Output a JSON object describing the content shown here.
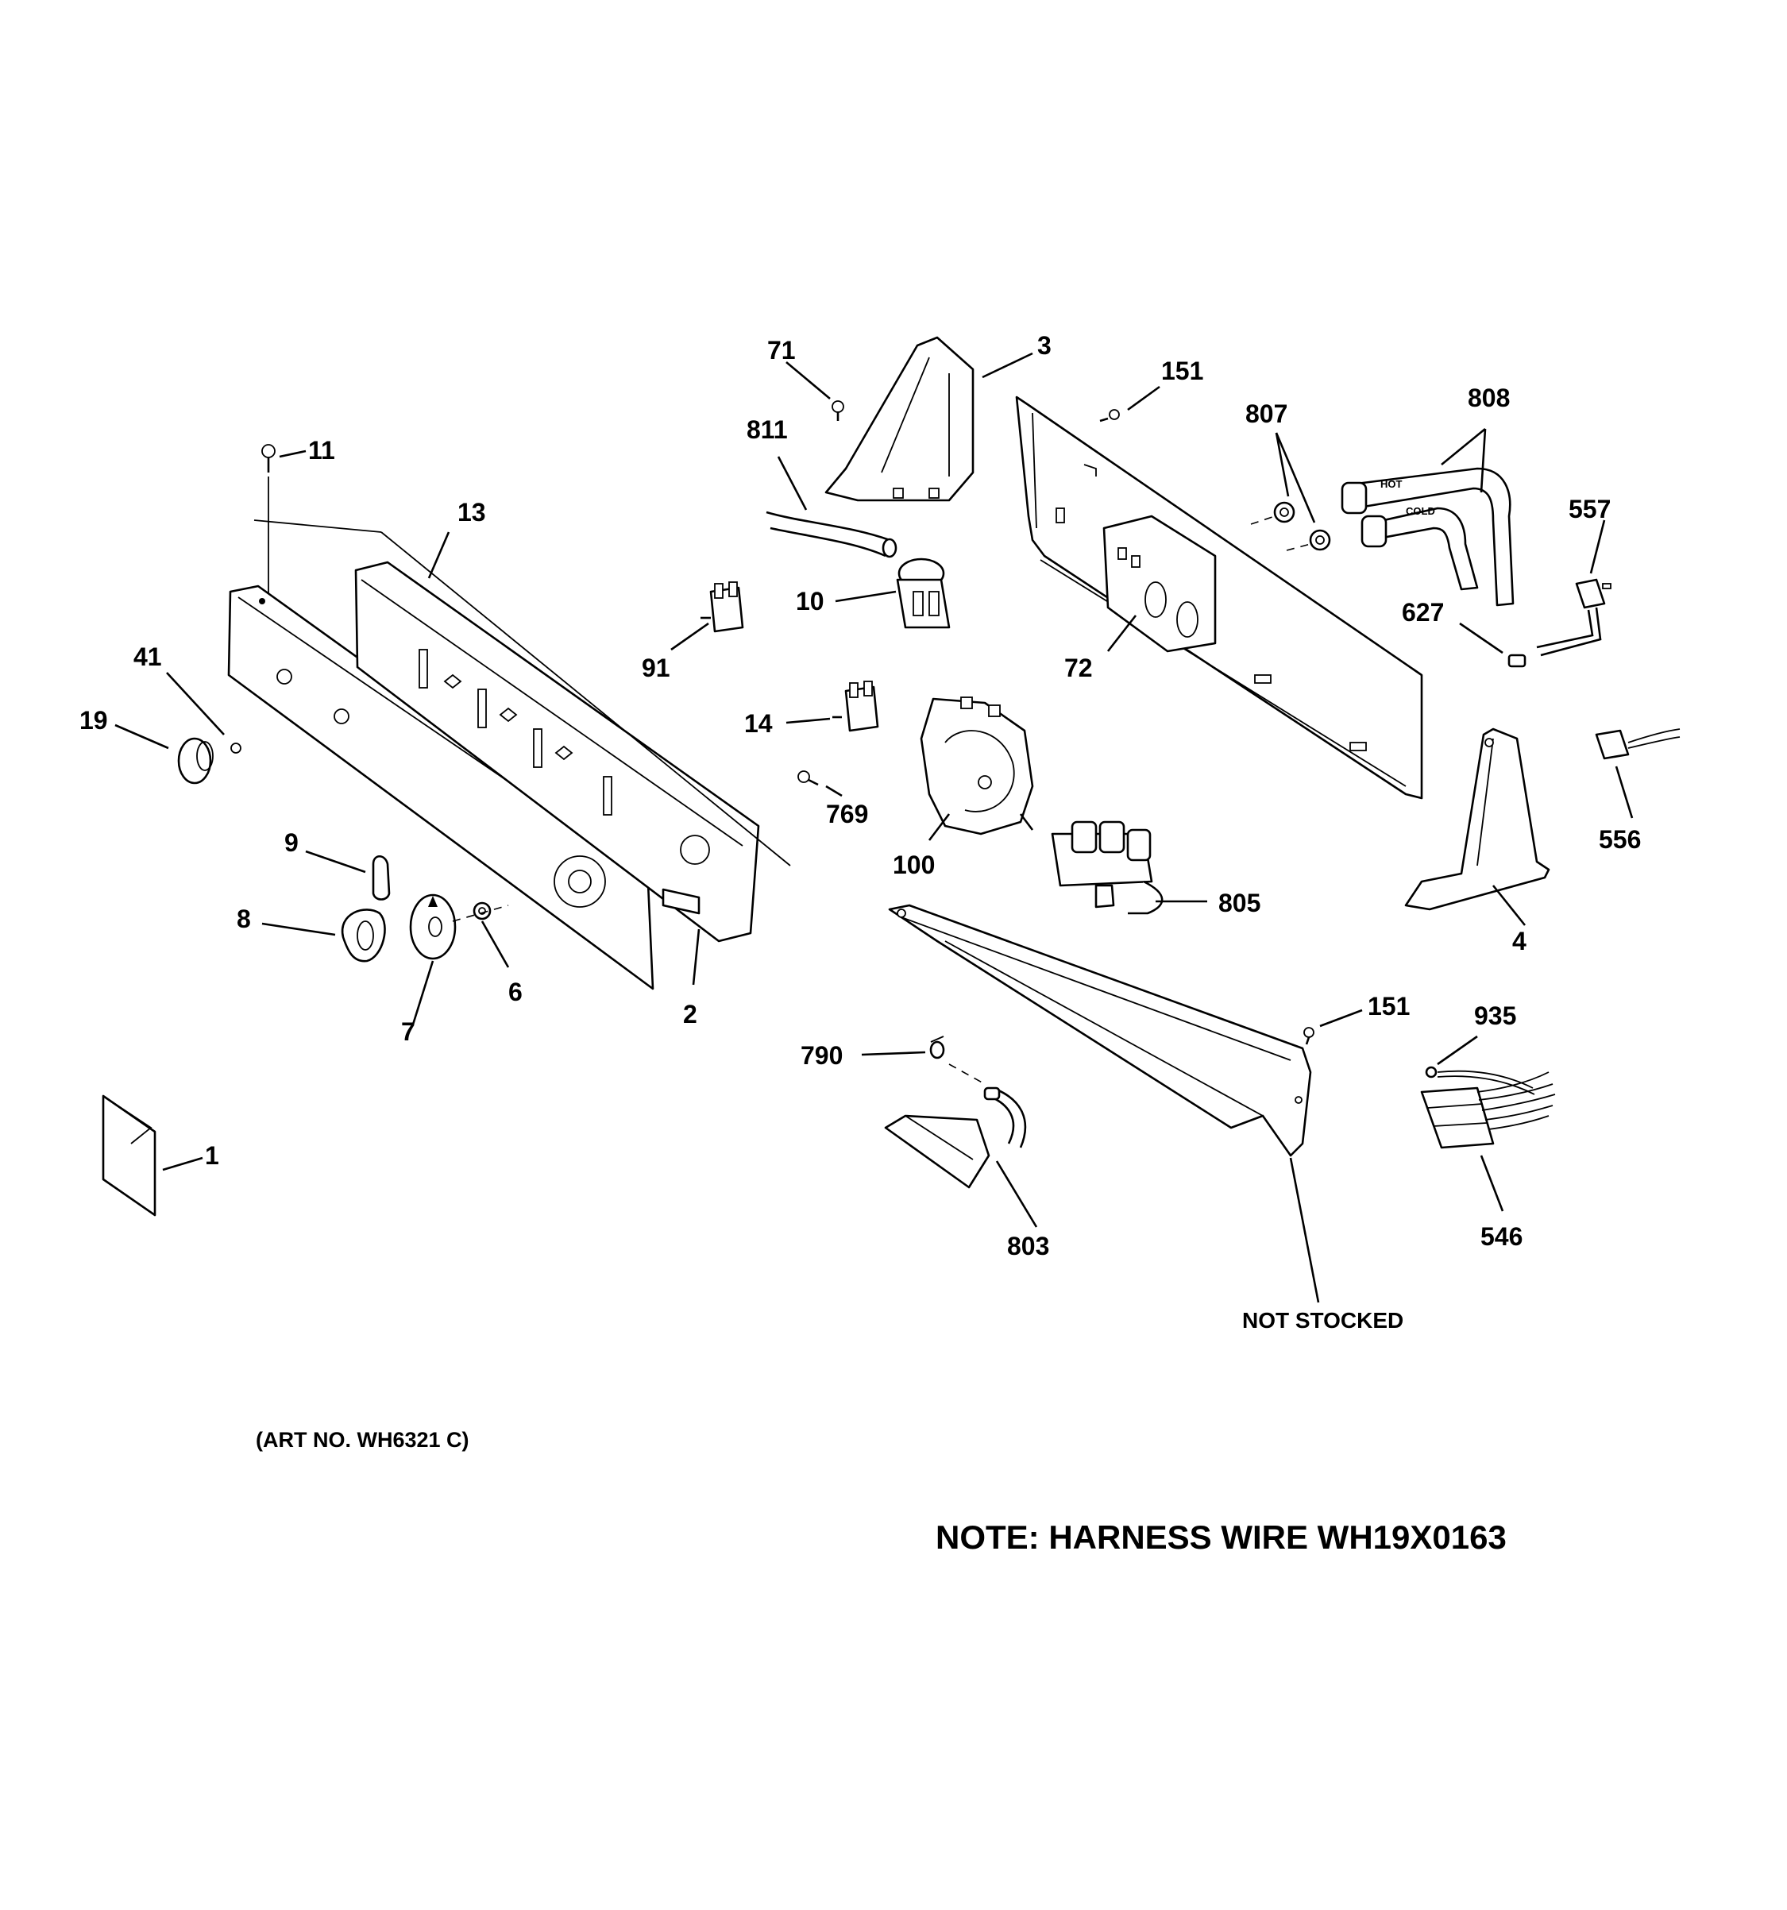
{
  "diagram": {
    "callouts": [
      "71",
      "3",
      "151",
      "807",
      "808",
      "811",
      "11",
      "13",
      "557",
      "10",
      "627",
      "91",
      "72",
      "41",
      "19",
      "14",
      "769",
      "556",
      "100",
      "9",
      "805",
      "8",
      "4",
      "6",
      "7",
      "2",
      "151",
      "935",
      "790",
      "1",
      "803",
      "546"
    ],
    "footnotes": {
      "not_stocked": "NOT STOCKED",
      "art_no": "(ART NO. WH6321 C)",
      "note": "NOTE: HARNESS WIRE WH19X0163"
    },
    "hose_labels": {
      "hot": "HOT",
      "cold": "COLD"
    }
  }
}
